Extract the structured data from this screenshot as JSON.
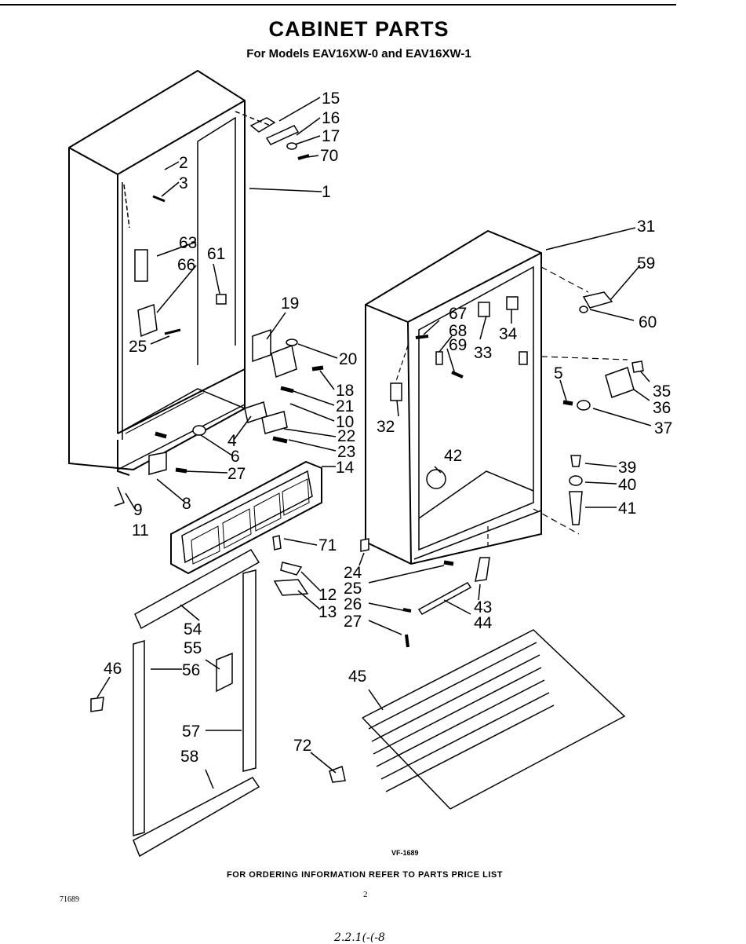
{
  "header": {
    "title": "CABINET PARTS",
    "subtitle": "For Models EAV16XW-0 and EAV16XW-1"
  },
  "callouts": [
    "15",
    "16",
    "17",
    "70",
    "2",
    "3",
    "1",
    "63",
    "61",
    "66",
    "25",
    "19",
    "20",
    "18",
    "21",
    "10",
    "4",
    "22",
    "6",
    "23",
    "27",
    "14",
    "8",
    "9",
    "11",
    "71",
    "12",
    "13",
    "54",
    "55",
    "56",
    "46",
    "57",
    "58",
    "72",
    "31",
    "59",
    "60",
    "67",
    "68",
    "69",
    "34",
    "33",
    "5",
    "35",
    "36",
    "37",
    "32",
    "42",
    "39",
    "40",
    "41",
    "24",
    "25",
    "26",
    "43",
    "27",
    "44",
    "45"
  ],
  "figure_ref": "VF-1689",
  "footer": {
    "ordering_note": "FOR ORDERING INFORMATION REFER TO PARTS PRICE LIST",
    "page_number": "2",
    "doc_number": "71689",
    "handwritten_note": "2.2.1(-(-8"
  }
}
